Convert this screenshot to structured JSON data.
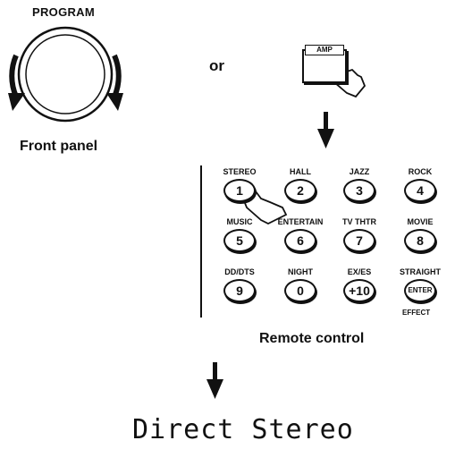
{
  "labels": {
    "program": "PROGRAM",
    "or": "or",
    "front_panel": "Front panel",
    "amp": "AMP",
    "remote_control": "Remote control",
    "display": "Direct Stereo"
  },
  "remote_keys": [
    {
      "label": "STEREO",
      "cap": "1"
    },
    {
      "label": "HALL",
      "cap": "2"
    },
    {
      "label": "JAZZ",
      "cap": "3"
    },
    {
      "label": "ROCK",
      "cap": "4"
    },
    {
      "label": "MUSIC",
      "cap": "5"
    },
    {
      "label": "ENTERTAIN",
      "cap": "6"
    },
    {
      "label": "TV THTR",
      "cap": "7"
    },
    {
      "label": "MOVIE",
      "cap": "8"
    },
    {
      "label": "DD/DTS",
      "cap": "9"
    },
    {
      "label": "NIGHT",
      "cap": "0"
    },
    {
      "label": "EX/ES",
      "cap": "+10"
    },
    {
      "label": "STRAIGHT",
      "cap": "ENTER"
    }
  ],
  "effect_label": "EFFECT",
  "colors": {
    "ink": "#111111",
    "background": "#ffffff"
  }
}
